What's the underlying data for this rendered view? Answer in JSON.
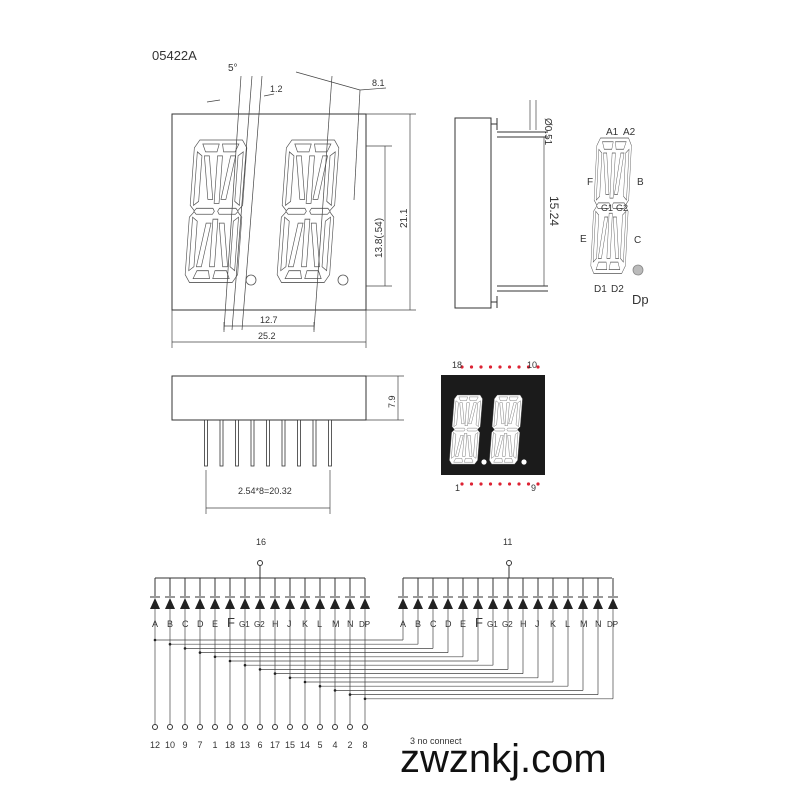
{
  "part_number": "05422A",
  "dims": {
    "angle": "5°",
    "seg_w": "1.2",
    "seg_spacing": "8.1",
    "digit_pitch": "12.7",
    "width": "25.2",
    "digit_height": "13.8(.54)",
    "height": "21.1",
    "pin_diameter": "Ø0.51",
    "row_spacing": "15.24",
    "thickness": "7.9",
    "pin_span": "2.54*8=20.32"
  },
  "segment_labels": {
    "a1": "A1",
    "a2": "A2",
    "b": "B",
    "c": "C",
    "d1": "D1",
    "d2": "D2",
    "e": "E",
    "f": "F",
    "g1": "G1",
    "g2": "G2",
    "dp": "Dp"
  },
  "pin_corners": {
    "top_left": "18",
    "top_right": "10",
    "bottom_left": "1",
    "bottom_right": "9"
  },
  "schematic": {
    "common_left": "16",
    "common_right": "11",
    "segments": [
      "A",
      "B",
      "C",
      "D",
      "E",
      "F",
      "G1",
      "G2",
      "H",
      "J",
      "K",
      "L",
      "M",
      "N",
      "DP"
    ],
    "pins": [
      "12",
      "10",
      "9",
      "7",
      "1",
      "18",
      "13",
      "6",
      "17",
      "15",
      "14",
      "5",
      "4",
      "2",
      "8"
    ],
    "note": "3 no connect"
  },
  "watermark": "zwznkj.com"
}
